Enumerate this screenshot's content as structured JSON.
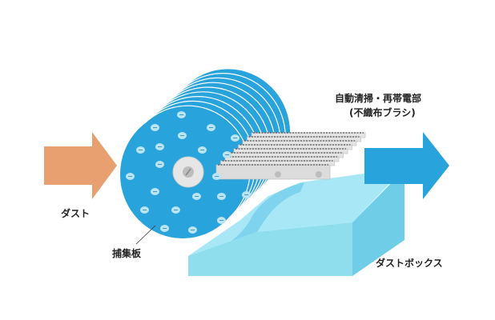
{
  "labels": {
    "dust": "ダスト",
    "collector_plate": "捕集板",
    "cleaning_unit_line1": "自動清掃・再帯電部",
    "cleaning_unit_line2": "(不織布ブラシ)",
    "dust_box": "ダストボックス"
  },
  "charge_symbol": "−",
  "colors": {
    "disc": "#29a3dc",
    "input_arrow": "#e8a070",
    "output_arrow": "#29a3dc",
    "dust_box_top": "#a8e8f6",
    "dust_box_front": "#8fdeee",
    "dust_box_side": "#6fcde8",
    "brush": "#dcdcdc"
  }
}
